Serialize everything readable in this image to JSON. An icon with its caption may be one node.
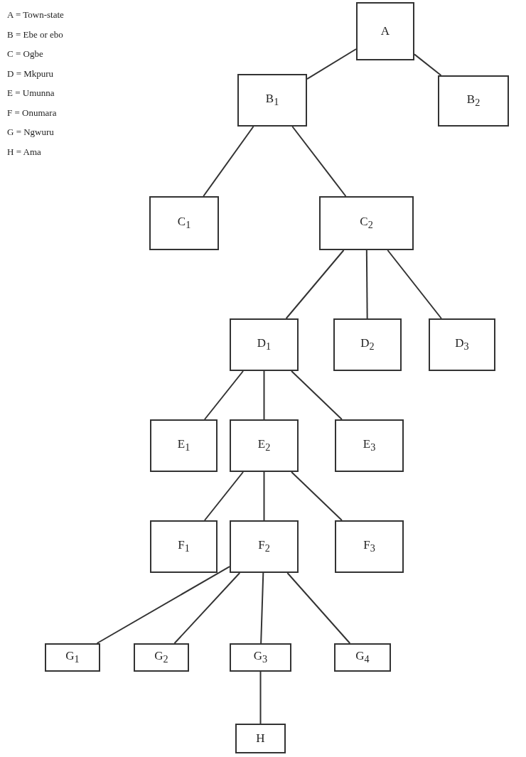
{
  "diagram": {
    "nodes": [
      {
        "text": [
          "A"
        ]
      },
      {
        "text": [
          "B$_{1}$"
        ]
      },
      {
        "text": [
          "B$_{2}$"
        ]
      },
      {
        "text": [
          "C$_{1}$"
        ]
      },
      {
        "text": [
          "C$_{2}$"
        ]
      },
      {
        "text": [
          "D$_{1}$"
        ]
      },
      {
        "text": [
          "D$_{2}$"
        ]
      },
      {
        "text": [
          "D$_{3}$"
        ]
      },
      {
        "text": [
          "E$_{1}$"
        ]
      },
      {
        "text": [
          "E$_{2}$"
        ]
      },
      {
        "text": [
          "E$_{3}$"
        ]
      },
      {
        "text": [
          "F$_{1}$"
        ]
      },
      {
        "text": [
          "F$_{2}$"
        ]
      },
      {
        "text": [
          "F$_{3}$"
        ]
      },
      {
        "text": [
          "G$_{1}$"
        ]
      },
      {
        "text": [
          "G$_{2}$"
        ]
      },
      {
        "text": [
          "G$_{3}$"
        ]
      },
      {
        "text": [
          "G$_{4}$"
        ]
      },
      {
        "text": [
          "H"
        ]
      }
    ],
    "edges": [
      {
        "from": 0,
        "to": 1,
        "arrow": "none"
      },
      {
        "from": 0,
        "to": 2,
        "arrow": "none"
      },
      {
        "from": 1,
        "to": 3,
        "arrow": "none"
      },
      {
        "from": 1,
        "to": 4,
        "arrow": "none"
      },
      {
        "from": 4,
        "to": 5,
        "arrow": "none"
      },
      {
        "from": 4,
        "to": 6,
        "arrow": "none"
      },
      {
        "from": 4,
        "to": 7,
        "arrow": "none"
      },
      {
        "from": 5,
        "to": 8,
        "arrow": "none"
      },
      {
        "from": 5,
        "to": 9,
        "arrow": "none"
      },
      {
        "from": 5,
        "to": 10,
        "arrow": "none"
      },
      {
        "from": 9,
        "to": 11,
        "arrow": "none"
      },
      {
        "from": 9,
        "to": 12,
        "arrow": "none"
      },
      {
        "from": 9,
        "to": 13,
        "arrow": "none"
      },
      {
        "from": 12,
        "to": 14,
        "arrow": "none"
      },
      {
        "from": 12,
        "to": 15,
        "arrow": "none"
      },
      {
        "from": 12,
        "to": 16,
        "arrow": "none"
      },
      {
        "from": 12,
        "to": 17,
        "arrow": "none"
      },
      {
        "from": 16,
        "to": 18,
        "arrow": "none"
      }
    ],
    "labels": [
      "A = Town-state",
      "B = Ebe or ebo",
      "C = Ogbe",
      "D = Mkpuru",
      "E = Umunna",
      "F = Onumara",
      "G = Ngwuru",
      "H = Ama"
    ]
  }
}
